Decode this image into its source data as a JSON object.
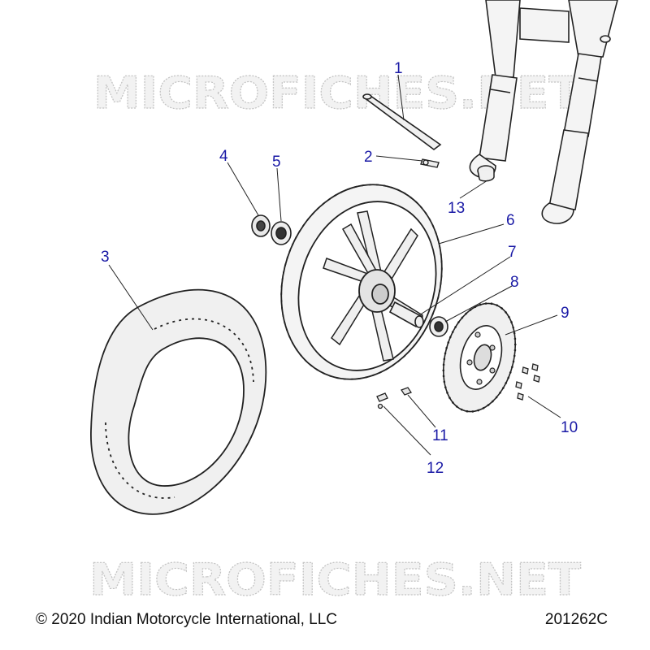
{
  "watermark": "MICROFICHES.NET",
  "footer": {
    "copyright": "© 2020 Indian Motorcycle International, LLC",
    "drawing_id": "201262C"
  },
  "callouts": [
    "1",
    "2",
    "3",
    "4",
    "5",
    "6",
    "7",
    "8",
    "9",
    "10",
    "11",
    "12",
    "13"
  ],
  "colors": {
    "callout": "#1a1aa6",
    "line": "#222222",
    "part_fill": "#f0f0f0"
  }
}
